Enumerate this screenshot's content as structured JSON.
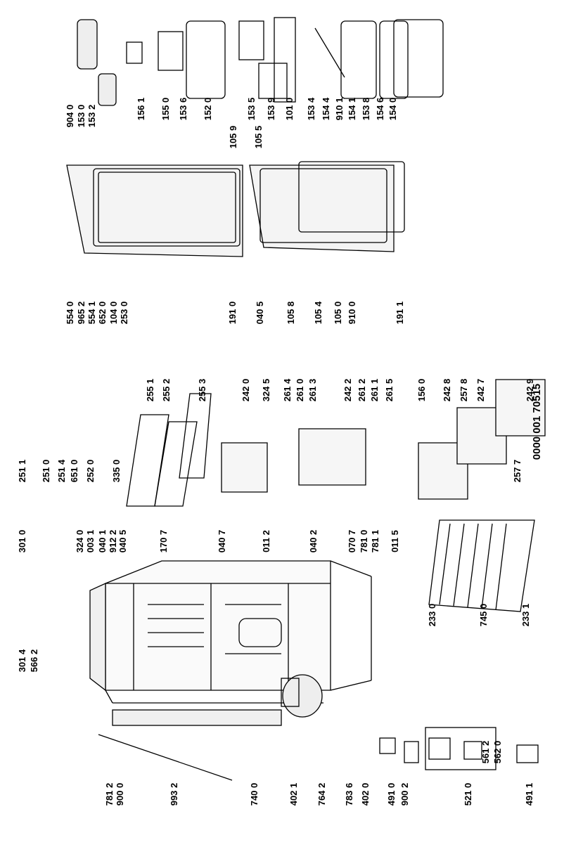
{
  "document_code": "0000 001 70515",
  "part_labels": [
    "904 0",
    "153 0",
    "153 2",
    "156 1",
    "155 0",
    "153 6",
    "152 0",
    "153 5",
    "105 9",
    "105 5",
    "153 9",
    "101 0",
    "153 4",
    "154 4",
    "910 1",
    "154 1",
    "153 8",
    "154 6",
    "154 0",
    "554 0",
    "965 2",
    "554 1",
    "652 0",
    "104 0",
    "253 0",
    "191 0",
    "040 5",
    "105 8",
    "105 4",
    "105 0",
    "910 0",
    "191 1",
    "255 1",
    "255 2",
    "255 3",
    "242 0",
    "324 5",
    "261 4",
    "261 0",
    "261 3",
    "242 2",
    "261 2",
    "261 1",
    "261 5",
    "156 0",
    "242 8",
    "257 8",
    "242 7",
    "242 9",
    "251 1",
    "251 0",
    "251 4",
    "651 0",
    "252 0",
    "335 0",
    "301 0",
    "324 0",
    "003 1",
    "040 1",
    "912 2",
    "040 5",
    "170 7",
    "040 7",
    "011 2",
    "040 2",
    "070 7",
    "781 0",
    "781 1",
    "011 5",
    "257 7",
    "233 0",
    "745 0",
    "233 1",
    "301 4",
    "566 2",
    "781 2",
    "900 0",
    "993 2",
    "740 0",
    "402 1",
    "764 2",
    "783 6",
    "402 0",
    "491 0",
    "900 2",
    "561 2",
    "562 0",
    "521 0",
    "491 1"
  ]
}
